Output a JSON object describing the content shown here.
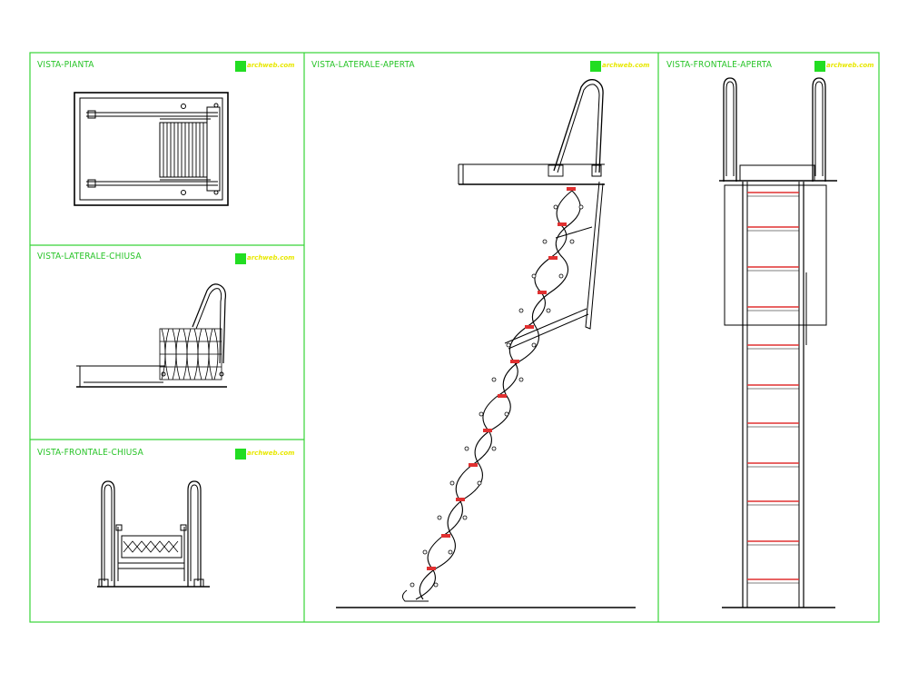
{
  "panels": {
    "vista_pianta": {
      "title": "VISTA-PIANTA",
      "badge": "archweb.com"
    },
    "vista_laterale_chiusa": {
      "title": "VISTA-LATERALE-CHIUSA",
      "badge": "archweb.com"
    },
    "vista_frontale_chiusa": {
      "title": "VISTA-FRONTALE-CHIUSA",
      "badge": "archweb.com"
    },
    "vista_laterale_aperta": {
      "title": "VISTA-LATERALE-APERTA",
      "badge": "archweb.com"
    },
    "vista_frontale_aperta": {
      "title": "VISTA-FRONTALE-APERTA",
      "badge": "archweb.com"
    }
  },
  "colors": {
    "frame": "#37d437",
    "line": "#000000",
    "accent": "#e03030",
    "badge_square": "#22dd22",
    "badge_text": "#e8e800"
  }
}
